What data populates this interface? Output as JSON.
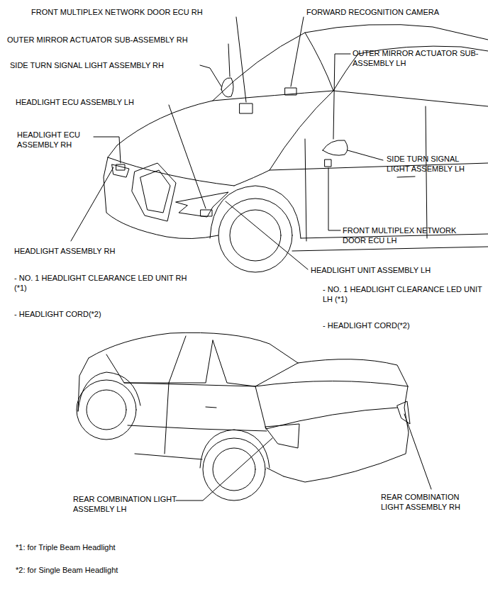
{
  "diagram": {
    "labels": [
      "FRONT MULTIPLEX NETWORK DOOR ECU RH",
      "FORWARD RECOGNITION CAMERA",
      "OUTER MIRROR ACTUATOR SUB-ASSEMBLY RH",
      "OUTER MIRROR ACTUATOR SUB-ASSEMBLY LH",
      "SIDE TURN SIGNAL LIGHT ASSEMBLY RH",
      "HEADLIGHT ECU ASSEMBLY LH",
      "HEADLIGHT ECU ASSEMBLY RH",
      "SIDE TURN SIGNAL LIGHT ASSEMBLY LH",
      "FRONT MULTIPLEX NETWORK DOOR ECU LH",
      "HEADLIGHT ASSEMBLY RH",
      "HEADLIGHT UNIT ASSEMBLY LH",
      "- NO. 1 HEADLIGHT CLEARANCE LED UNIT RH (*1)",
      "- HEADLIGHT CORD(*2)",
      "- NO. 1 HEADLIGHT CLEARANCE LED UNIT LH (*1)",
      "- HEADLIGHT CORD(*2)",
      "REAR COMBINATION LIGHT ASSEMBLY LH",
      "REAR COMBINATION LIGHT ASSEMBLY RH",
      "*1: for Triple Beam Headlight",
      "*2: for Single Beam Headlight"
    ]
  }
}
